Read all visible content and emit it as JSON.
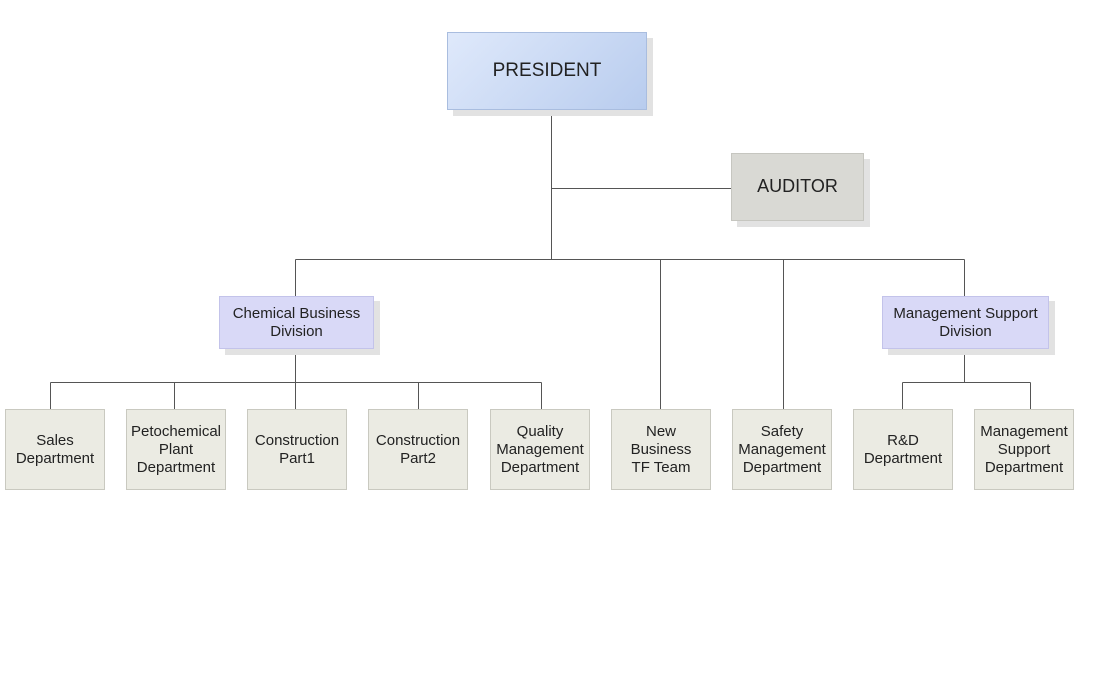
{
  "president": "PRESIDENT",
  "auditor": "AUDITOR",
  "divisions": {
    "chemical": "Chemical Business\nDivision",
    "management": "Management Support\nDivision"
  },
  "departments": {
    "sales": "Sales\nDepartment",
    "petrochemical": "Petochemical\nPlant\nDepartment",
    "construction1": "Construction\nPart1",
    "construction2": "Construction\nPart2",
    "quality": "Quality\nManagement\nDepartment",
    "new_business": "New Business\nTF Team",
    "safety": "Safety\nManagement\nDepartment",
    "rnd": "R&D\nDepartment",
    "mgmt_support": "Management\nSupport\nDepartment"
  },
  "colors": {
    "line": "#555555",
    "president_fill": "#c9d8f3",
    "auditor_fill": "#d9d9d4",
    "division_fill": "#d9d9f7",
    "department_fill": "#ebebe3"
  }
}
